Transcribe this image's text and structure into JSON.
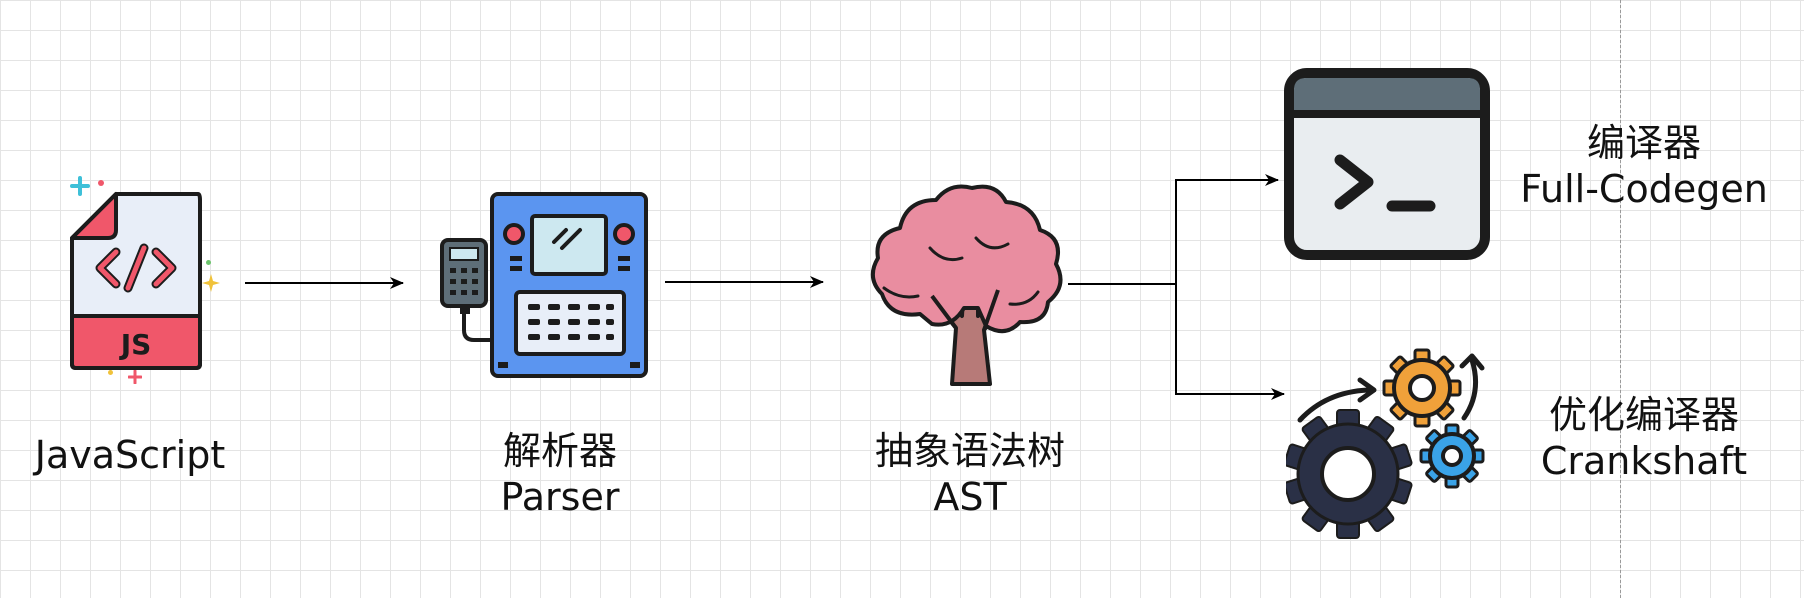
{
  "nodes": {
    "javascript": {
      "label": "JavaScript",
      "badge": "JS",
      "icon": "js-file-icon"
    },
    "parser": {
      "label_cn": "解析器",
      "label_en": "Parser",
      "icon": "parser-machine-icon"
    },
    "ast": {
      "label_cn": "抽象语法树",
      "label_en": "AST",
      "icon": "tree-icon"
    },
    "compiler": {
      "label_cn": "编译器",
      "label_en": "Full-Codegen",
      "icon": "terminal-icon"
    },
    "optimizer": {
      "label_cn": "优化编译器",
      "label_en": "Crankshaft",
      "icon": "gears-icon"
    }
  },
  "colors": {
    "js_badge": "#f0576a",
    "file_body": "#e8eef8",
    "parser_blue": "#5b95f0",
    "tree_pink": "#e98da0",
    "tree_trunk": "#b77a78",
    "terminal_bar": "#5e6e78",
    "terminal_body": "#e9edf0",
    "gear_orange": "#f0a13a",
    "gear_blue": "#3aa3e8",
    "gear_dark": "#2a3046",
    "outline": "#1c1c1c"
  }
}
